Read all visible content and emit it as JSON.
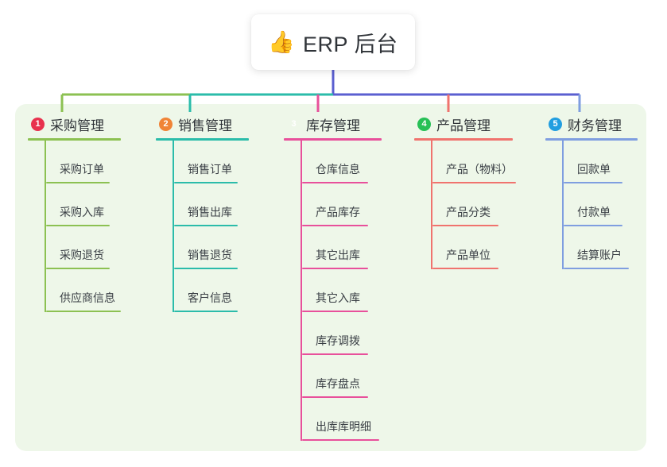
{
  "root": {
    "icon": "thumbs-up-emoji",
    "icon_glyph": "👍",
    "title": "ERP 后台"
  },
  "panel": {
    "background_color": "#eef7e9"
  },
  "connector": {
    "trunk_color": "#5b5fd0"
  },
  "columns": [
    {
      "number": "1",
      "title": "采购管理",
      "badge_color": "#e8324e",
      "line_color": "#8cc152",
      "head_rule_width": 117,
      "leaves": [
        {
          "label": "采购订单",
          "rule_width": 80
        },
        {
          "label": "采购入库",
          "rule_width": 80
        },
        {
          "label": "采购退货",
          "rule_width": 80
        },
        {
          "label": "供应商信息",
          "rule_width": 94
        }
      ]
    },
    {
      "number": "2",
      "title": "销售管理",
      "badge_color": "#f08437",
      "line_color": "#2bbcaa",
      "head_rule_width": 117,
      "leaves": [
        {
          "label": "销售订单",
          "rule_width": 80
        },
        {
          "label": "销售出库",
          "rule_width": 80
        },
        {
          "label": "销售退货",
          "rule_width": 80
        },
        {
          "label": "客户信息",
          "rule_width": 80
        }
      ]
    },
    {
      "number": "3",
      "title": "库存管理",
      "badge_color": "#fac game",
      "line_color": "#e8509b",
      "head_rule_width": 123,
      "leaves": [
        {
          "label": "仓库信息",
          "rule_width": 83
        },
        {
          "label": "产品库存",
          "rule_width": 83
        },
        {
          "label": "其它出库",
          "rule_width": 83
        },
        {
          "label": "其它入库",
          "rule_width": 83
        },
        {
          "label": "库存调拨",
          "rule_width": 83
        },
        {
          "label": "库存盘点",
          "rule_width": 83
        },
        {
          "label": "出库库明细",
          "rule_width": 97
        }
      ]
    },
    {
      "number": "4",
      "title": "产品管理",
      "badge_color": "#27c056",
      "line_color": "#f0736e",
      "head_rule_width": 124,
      "leaves": [
        {
          "label": "产品（物料）",
          "rule_width": 105
        },
        {
          "label": "产品分类",
          "rule_width": 83
        },
        {
          "label": "产品单位",
          "rule_width": 83
        }
      ]
    },
    {
      "number": "5",
      "title": "财务管理",
      "badge_color": "#229ee0",
      "line_color": "#7f9ee0",
      "head_rule_width": 116,
      "leaves": [
        {
          "label": "回款单",
          "rule_width": 74
        },
        {
          "label": "付款单",
          "rule_width": 74
        },
        {
          "label": "结算账户",
          "rule_width": 82
        }
      ]
    }
  ]
}
